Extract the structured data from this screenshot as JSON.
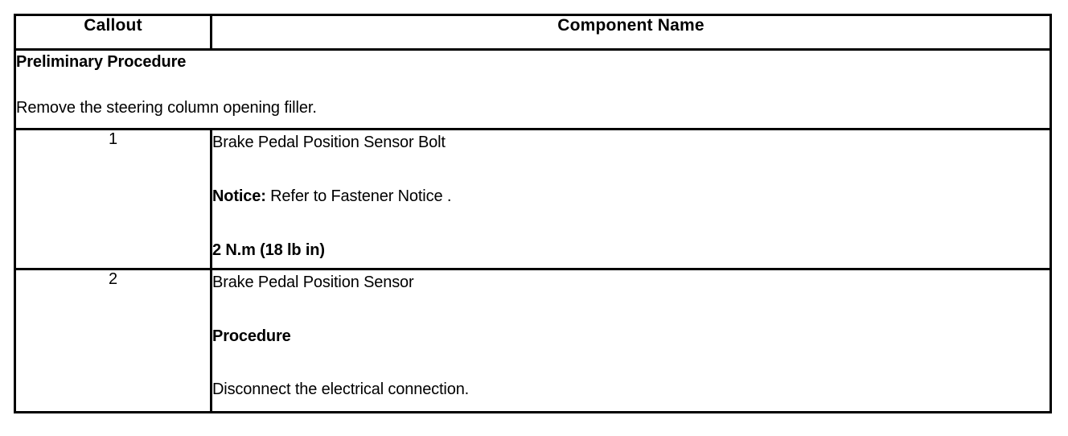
{
  "document": {
    "type": "service-procedure-parts-table",
    "background_color": "#ffffff",
    "text_color": "#000000",
    "border_color": "#000000"
  },
  "table": {
    "headers": {
      "callout": "Callout",
      "component_name": "Component Name"
    },
    "preliminary": {
      "title": "Preliminary Procedure",
      "text": "Remove the steering column opening filler."
    },
    "rows": [
      {
        "callout": "1",
        "name": "Brake Pedal Position Sensor Bolt",
        "notice_label": "Notice:",
        "notice_text": " Refer to Fastener Notice .",
        "torque": "2 N.m (18 lb in)"
      },
      {
        "callout": "2",
        "name": "Brake Pedal Position Sensor",
        "procedure_label": "Procedure",
        "procedure_text": "Disconnect the electrical connection."
      }
    ]
  }
}
